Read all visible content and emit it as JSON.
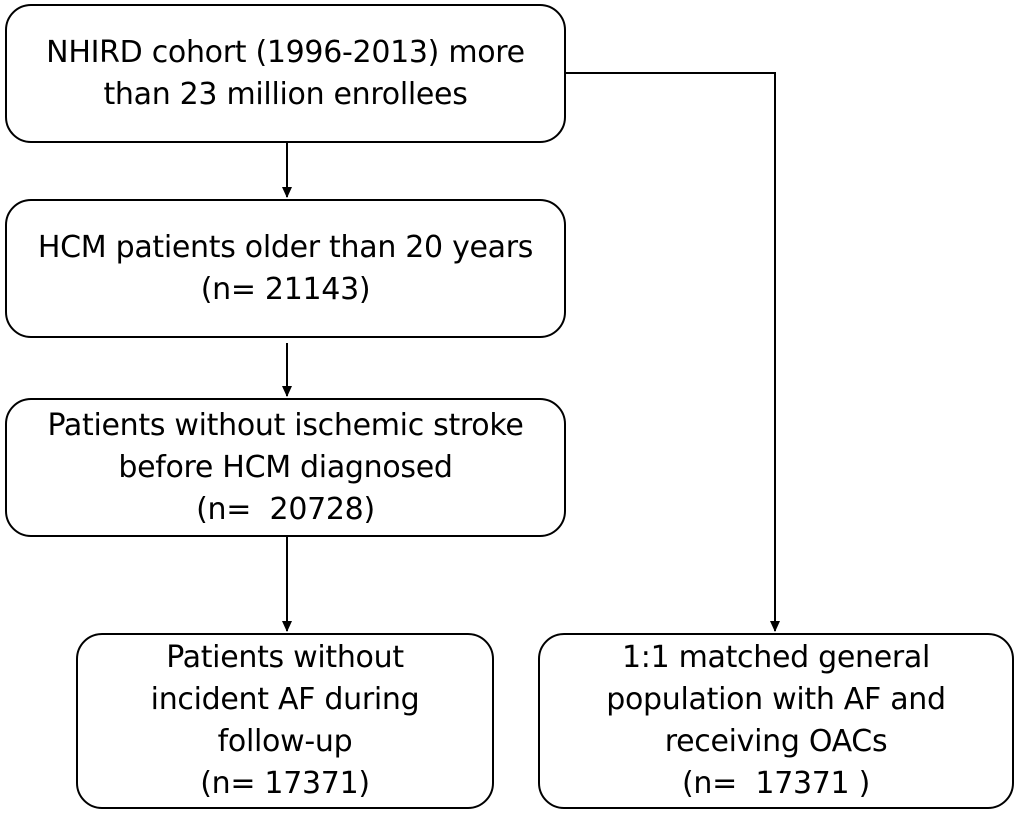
{
  "colors": {
    "stroke": "#000000",
    "background": "#ffffff",
    "text": "#000000"
  },
  "boxes": {
    "cohort": {
      "lines": [
        "NHIRD cohort (1996-2013) more",
        "than 23 million enrollees"
      ]
    },
    "hcm": {
      "lines": [
        "HCM patients older than 20 years",
        "(n= 21143)"
      ]
    },
    "no_stroke": {
      "lines": [
        "Patients without ischemic stroke",
        "before HCM diagnosed",
        "(n=  20728)"
      ]
    },
    "no_af": {
      "lines": [
        "Patients without",
        "incident AF during",
        "follow-up",
        "(n= 17371)"
      ]
    },
    "matched": {
      "lines": [
        "1:1 matched general",
        "population with AF and",
        "receiving OACs",
        "(n=  17371 )"
      ]
    }
  }
}
